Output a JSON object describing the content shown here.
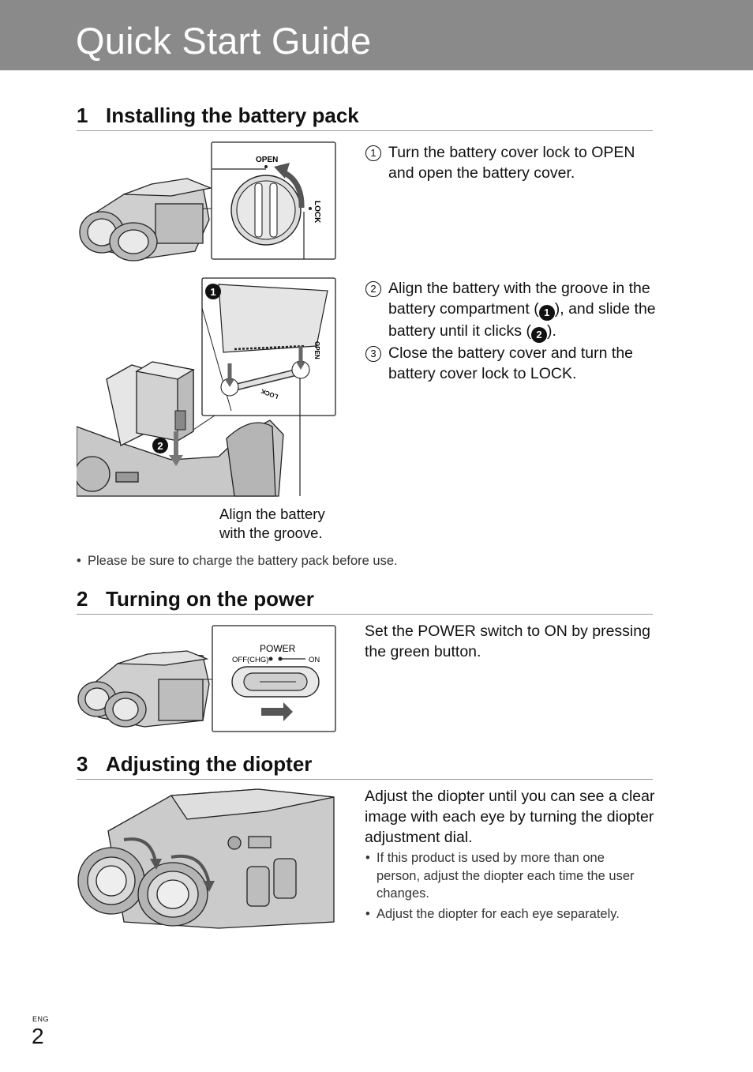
{
  "page": {
    "title": "Quick Start Guide",
    "lang": "ENG",
    "page_number": "2"
  },
  "sections": [
    {
      "number": "1",
      "title": "Installing the battery pack",
      "steps": [
        {
          "marker": "1",
          "text": "Turn the battery cover lock to OPEN and open the battery cover."
        },
        {
          "marker": "2",
          "text_a": "Align the battery with the groove in the battery compartment (",
          "ref_a": "1",
          "text_b": "), and slide the battery until it clicks (",
          "ref_b": "2",
          "text_c": ")."
        },
        {
          "marker": "3",
          "text": "Close the battery cover and turn the battery cover lock to LOCK."
        }
      ],
      "figure1": {
        "label_open": "OPEN",
        "label_lock": "LOCK"
      },
      "figure2": {
        "callout_1": "1",
        "callout_2": "2",
        "label_open": "OPEN",
        "label_lock": "LOCK"
      },
      "caption": [
        "Align the battery",
        "with the groove."
      ],
      "note": "Please be sure to charge the battery pack before use."
    },
    {
      "number": "2",
      "title": "Turning on the power",
      "text": "Set the POWER switch to ON by pressing the green button.",
      "figure": {
        "label_power": "POWER",
        "label_off": "OFF(CHG)",
        "label_on": "ON"
      }
    },
    {
      "number": "3",
      "title": "Adjusting the diopter",
      "text": "Adjust the diopter until you can see a clear image with each eye by turning the diopter adjustment dial.",
      "notes": [
        "If this product is used by more than one person, adjust the diopter each time the user changes.",
        "Adjust the diopter for each eye separately."
      ]
    }
  ],
  "bullet": "•",
  "colors": {
    "banner": "#8a8a8a",
    "rule": "#9a9a9a"
  }
}
